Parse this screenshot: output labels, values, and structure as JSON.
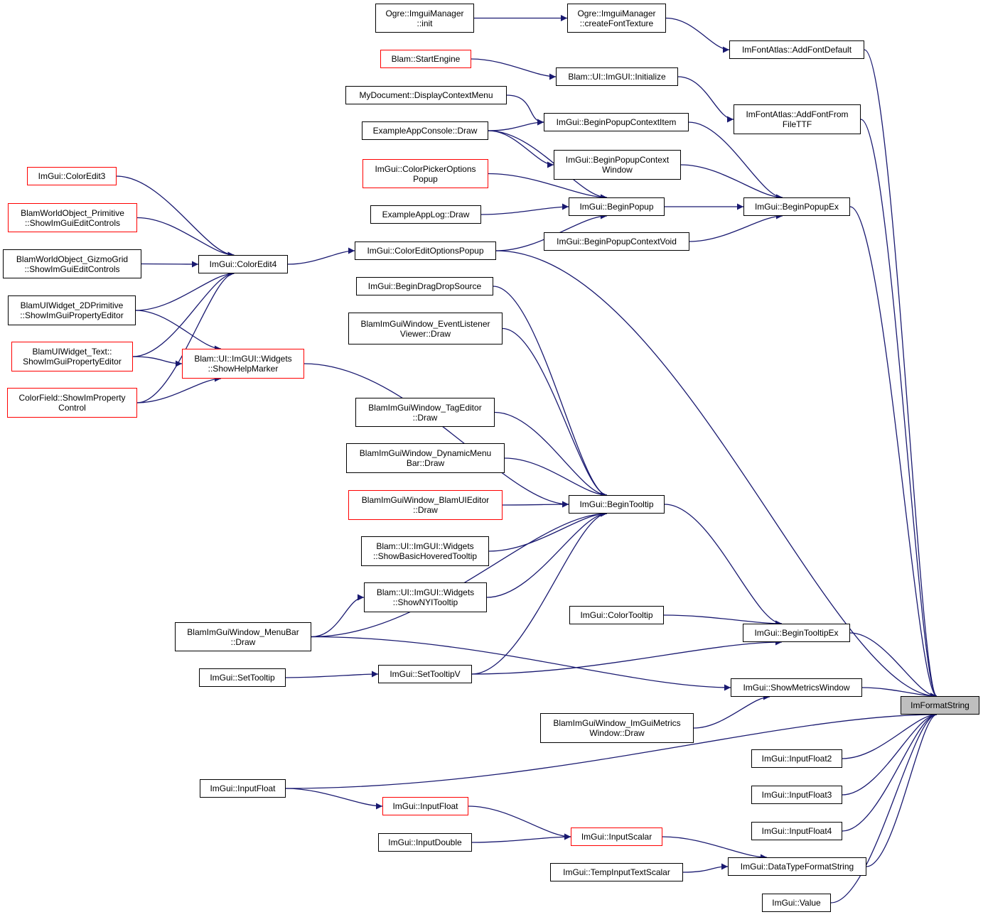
{
  "diagram": {
    "edge_color": "#191970",
    "normal_border_color": "#000000",
    "truncated_border_color": "#ff0000",
    "target_fill_color": "#bfbfbf",
    "nodes": [
      {
        "id": "n1",
        "lines": [
          "Ogre::ImguiManager",
          "::init"
        ],
        "border": "black"
      },
      {
        "id": "n2",
        "lines": [
          "Ogre::ImguiManager",
          "::createFontTexture"
        ],
        "border": "black"
      },
      {
        "id": "n3",
        "lines": [
          "ImFontAtlas::AddFontDefault"
        ],
        "border": "black"
      },
      {
        "id": "n4",
        "lines": [
          "Blam::StartEngine"
        ],
        "border": "red"
      },
      {
        "id": "n5",
        "lines": [
          "Blam::UI::ImGUI::Initialize"
        ],
        "border": "black"
      },
      {
        "id": "n6",
        "lines": [
          "MyDocument::DisplayContextMenu"
        ],
        "border": "black"
      },
      {
        "id": "n7",
        "lines": [
          "ImFontAtlas::AddFontFrom",
          "FileTTF"
        ],
        "border": "black"
      },
      {
        "id": "n8",
        "lines": [
          "ExampleAppConsole::Draw"
        ],
        "border": "black"
      },
      {
        "id": "n9",
        "lines": [
          "ImGui::BeginPopupContextItem"
        ],
        "border": "black"
      },
      {
        "id": "n10",
        "lines": [
          "ImGui::BeginPopupContext",
          "Window"
        ],
        "border": "black"
      },
      {
        "id": "n11",
        "lines": [
          "ImGui::ColorEdit3"
        ],
        "border": "red"
      },
      {
        "id": "n12",
        "lines": [
          "ImGui::ColorPickerOptions",
          "Popup"
        ],
        "border": "red"
      },
      {
        "id": "n13",
        "lines": [
          "ImGui::BeginPopup"
        ],
        "border": "black"
      },
      {
        "id": "n14",
        "lines": [
          "ImGui::BeginPopupEx"
        ],
        "border": "black"
      },
      {
        "id": "n15",
        "lines": [
          "BlamWorldObject_Primitive",
          "::ShowImGuiEditControls"
        ],
        "border": "red"
      },
      {
        "id": "n16",
        "lines": [
          "ExampleAppLog::Draw"
        ],
        "border": "black"
      },
      {
        "id": "n17",
        "lines": [
          "ImGui::BeginPopupContextVoid"
        ],
        "border": "black"
      },
      {
        "id": "n18",
        "lines": [
          "ImGui::ColorEditOptionsPopup"
        ],
        "border": "black"
      },
      {
        "id": "n19",
        "lines": [
          "BlamWorldObject_GizmoGrid",
          "::ShowImGuiEditControls"
        ],
        "border": "black"
      },
      {
        "id": "n20",
        "lines": [
          "ImGui::ColorEdit4"
        ],
        "border": "black"
      },
      {
        "id": "n21",
        "lines": [
          "ImGui::BeginDragDropSource"
        ],
        "border": "black"
      },
      {
        "id": "n22",
        "lines": [
          "BlamUIWidget_2DPrimitive",
          "::ShowImGuiPropertyEditor"
        ],
        "border": "black"
      },
      {
        "id": "n23",
        "lines": [
          "BlamImGuiWindow_EventListener",
          "Viewer::Draw"
        ],
        "border": "black"
      },
      {
        "id": "n24",
        "lines": [
          "BlamUIWidget_Text::",
          "ShowImGuiPropertyEditor"
        ],
        "border": "red"
      },
      {
        "id": "n25",
        "lines": [
          "Blam::UI::ImGUI::Widgets",
          "::ShowHelpMarker"
        ],
        "border": "red"
      },
      {
        "id": "n26",
        "lines": [
          "ColorField::ShowImProperty",
          "Control"
        ],
        "border": "red"
      },
      {
        "id": "n27",
        "lines": [
          "BlamImGuiWindow_TagEditor",
          "::Draw"
        ],
        "border": "black"
      },
      {
        "id": "n28",
        "lines": [
          "BlamImGuiWindow_DynamicMenu",
          "Bar::Draw"
        ],
        "border": "black"
      },
      {
        "id": "n29",
        "lines": [
          "BlamImGuiWindow_BlamUIEditor",
          "::Draw"
        ],
        "border": "red"
      },
      {
        "id": "n30",
        "lines": [
          "ImGui::BeginTooltip"
        ],
        "border": "black"
      },
      {
        "id": "n31",
        "lines": [
          "Blam::UI::ImGUI::Widgets",
          "::ShowBasicHoveredTooltip"
        ],
        "border": "black"
      },
      {
        "id": "n32",
        "lines": [
          "Blam::UI::ImGUI::Widgets",
          "::ShowNYITooltip"
        ],
        "border": "black"
      },
      {
        "id": "n33",
        "lines": [
          "ImGui::ColorTooltip"
        ],
        "border": "black"
      },
      {
        "id": "n34",
        "lines": [
          "BlamImGuiWindow_MenuBar",
          "::Draw"
        ],
        "border": "black"
      },
      {
        "id": "n35",
        "lines": [
          "ImGui::BeginTooltipEx"
        ],
        "border": "black"
      },
      {
        "id": "n36",
        "lines": [
          "ImGui::SetTooltip"
        ],
        "border": "black"
      },
      {
        "id": "n37",
        "lines": [
          "ImGui::SetTooltipV"
        ],
        "border": "black"
      },
      {
        "id": "n38",
        "lines": [
          "ImGui::ShowMetricsWindow"
        ],
        "border": "black"
      },
      {
        "id": "n39",
        "lines": [
          "ImFormatString"
        ],
        "border": "black",
        "target": true
      },
      {
        "id": "n40",
        "lines": [
          "BlamImGuiWindow_ImGuiMetrics",
          "Window::Draw"
        ],
        "border": "black"
      },
      {
        "id": "n41",
        "lines": [
          "ImGui::InputFloat2"
        ],
        "border": "black"
      },
      {
        "id": "n42",
        "lines": [
          "ImGui::InputFloat"
        ],
        "border": "black"
      },
      {
        "id": "n43",
        "lines": [
          "ImGui::InputFloat3"
        ],
        "border": "black"
      },
      {
        "id": "n44",
        "lines": [
          "ImGui::InputFloat"
        ],
        "border": "red"
      },
      {
        "id": "n45",
        "lines": [
          "ImGui::InputFloat4"
        ],
        "border": "black"
      },
      {
        "id": "n46",
        "lines": [
          "ImGui::InputScalar"
        ],
        "border": "red"
      },
      {
        "id": "n47",
        "lines": [
          "ImGui::InputDouble"
        ],
        "border": "black"
      },
      {
        "id": "n48",
        "lines": [
          "ImGui::DataTypeFormatString"
        ],
        "border": "black"
      },
      {
        "id": "n49",
        "lines": [
          "ImGui::TempInputTextScalar"
        ],
        "border": "black"
      },
      {
        "id": "n50",
        "lines": [
          "ImGui::Value"
        ],
        "border": "black"
      }
    ],
    "edges": [
      [
        "n1",
        "n2"
      ],
      [
        "n2",
        "n3"
      ],
      [
        "n3",
        "n39"
      ],
      [
        "n4",
        "n5"
      ],
      [
        "n5",
        "n7"
      ],
      [
        "n7",
        "n39"
      ],
      [
        "n6",
        "n9"
      ],
      [
        "n8",
        "n9"
      ],
      [
        "n8",
        "n10"
      ],
      [
        "n8",
        "n13"
      ],
      [
        "n9",
        "n14"
      ],
      [
        "n10",
        "n14"
      ],
      [
        "n12",
        "n13"
      ],
      [
        "n16",
        "n13"
      ],
      [
        "n18",
        "n13"
      ],
      [
        "n13",
        "n14"
      ],
      [
        "n17",
        "n14"
      ],
      [
        "n14",
        "n39"
      ],
      [
        "n11",
        "n20"
      ],
      [
        "n15",
        "n20"
      ],
      [
        "n19",
        "n20"
      ],
      [
        "n22",
        "n20"
      ],
      [
        "n24",
        "n20"
      ],
      [
        "n26",
        "n20"
      ],
      [
        "n20",
        "n18"
      ],
      [
        "n18",
        "n39"
      ],
      [
        "n22",
        "n25"
      ],
      [
        "n24",
        "n25"
      ],
      [
        "n26",
        "n25"
      ],
      [
        "n25",
        "n30"
      ],
      [
        "n21",
        "n30"
      ],
      [
        "n23",
        "n30"
      ],
      [
        "n27",
        "n30"
      ],
      [
        "n28",
        "n30"
      ],
      [
        "n29",
        "n30"
      ],
      [
        "n31",
        "n30"
      ],
      [
        "n32",
        "n30"
      ],
      [
        "n34",
        "n30"
      ],
      [
        "n37",
        "n30"
      ],
      [
        "n34",
        "n32"
      ],
      [
        "n30",
        "n35"
      ],
      [
        "n33",
        "n35"
      ],
      [
        "n37",
        "n35"
      ],
      [
        "n35",
        "n39"
      ],
      [
        "n36",
        "n37"
      ],
      [
        "n34",
        "n38"
      ],
      [
        "n40",
        "n38"
      ],
      [
        "n38",
        "n39"
      ],
      [
        "n42",
        "n39"
      ],
      [
        "n41",
        "n39"
      ],
      [
        "n43",
        "n39"
      ],
      [
        "n45",
        "n39"
      ],
      [
        "n48",
        "n39"
      ],
      [
        "n50",
        "n39"
      ],
      [
        "n42",
        "n44"
      ],
      [
        "n44",
        "n46"
      ],
      [
        "n47",
        "n46"
      ],
      [
        "n46",
        "n48"
      ],
      [
        "n49",
        "n48"
      ]
    ]
  }
}
